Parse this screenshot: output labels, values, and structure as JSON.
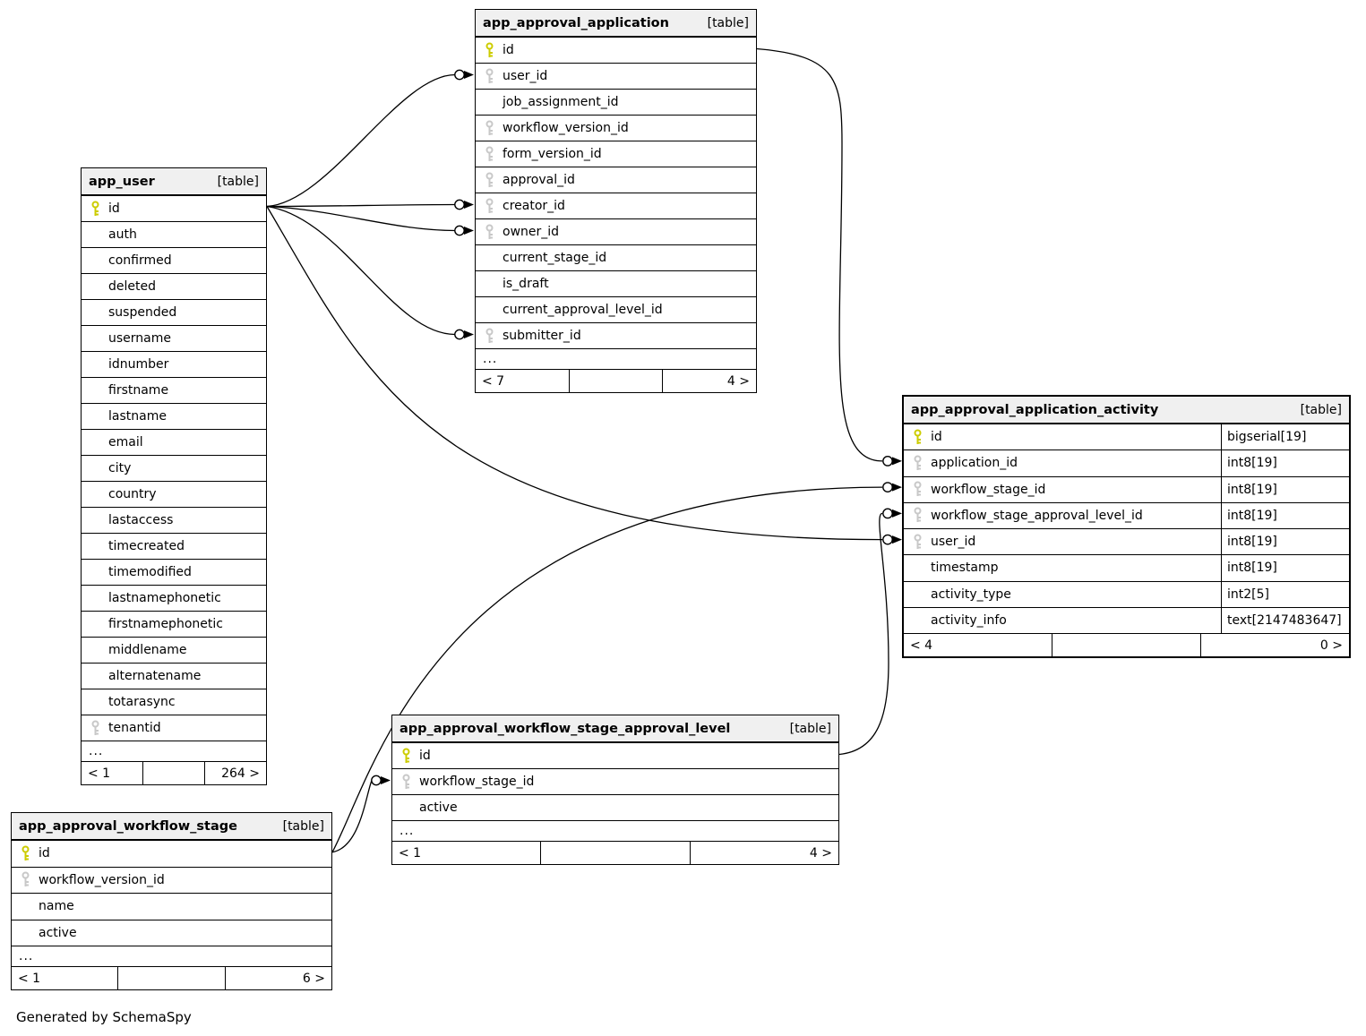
{
  "generated_by": "Generated by SchemaSpy",
  "colors": {
    "header_bg": "#f0f0f0",
    "row_bg": "#ffffff",
    "border": "#000000",
    "pk_key": "#cccc00",
    "fk_key": "#c8c8c8"
  },
  "tables": [
    {
      "name": "app_user",
      "badge": "[table]",
      "columns": [
        {
          "name": "id",
          "key": "pk"
        },
        {
          "name": "auth"
        },
        {
          "name": "confirmed"
        },
        {
          "name": "deleted"
        },
        {
          "name": "suspended"
        },
        {
          "name": "username"
        },
        {
          "name": "idnumber"
        },
        {
          "name": "firstname"
        },
        {
          "name": "lastname"
        },
        {
          "name": "email"
        },
        {
          "name": "city"
        },
        {
          "name": "country"
        },
        {
          "name": "lastaccess"
        },
        {
          "name": "timecreated"
        },
        {
          "name": "timemodified"
        },
        {
          "name": "lastnamephonetic"
        },
        {
          "name": "firstnamephonetic"
        },
        {
          "name": "middlename"
        },
        {
          "name": "alternatename"
        },
        {
          "name": "totarasync"
        },
        {
          "name": "tenantid",
          "key": "fk"
        }
      ],
      "ellipsis": "...",
      "footer": {
        "left": "< 1",
        "middle": "",
        "right": "264 >"
      }
    },
    {
      "name": "app_approval_application",
      "badge": "[table]",
      "columns": [
        {
          "name": "id",
          "key": "pk"
        },
        {
          "name": "user_id",
          "key": "fk"
        },
        {
          "name": "job_assignment_id"
        },
        {
          "name": "workflow_version_id",
          "key": "fk"
        },
        {
          "name": "form_version_id",
          "key": "fk"
        },
        {
          "name": "approval_id",
          "key": "fk"
        },
        {
          "name": "creator_id",
          "key": "fk"
        },
        {
          "name": "owner_id",
          "key": "fk"
        },
        {
          "name": "current_stage_id"
        },
        {
          "name": "is_draft"
        },
        {
          "name": "current_approval_level_id"
        },
        {
          "name": "submitter_id",
          "key": "fk"
        }
      ],
      "ellipsis": "...",
      "footer": {
        "left": "< 7",
        "middle": "",
        "right": "4 >"
      }
    },
    {
      "name": "app_approval_application_activity",
      "badge": "[table]",
      "columns": [
        {
          "name": "id",
          "key": "pk",
          "type": "bigserial[19]"
        },
        {
          "name": "application_id",
          "key": "fk",
          "type": "int8[19]"
        },
        {
          "name": "workflow_stage_id",
          "key": "fk",
          "type": "int8[19]"
        },
        {
          "name": "workflow_stage_approval_level_id",
          "key": "fk",
          "type": "int8[19]"
        },
        {
          "name": "user_id",
          "key": "fk",
          "type": "int8[19]"
        },
        {
          "name": "timestamp",
          "type": "int8[19]"
        },
        {
          "name": "activity_type",
          "type": "int2[5]"
        },
        {
          "name": "activity_info",
          "type": "text[2147483647]"
        }
      ],
      "footer": {
        "left": "< 4",
        "middle": "",
        "right": "0 >"
      }
    },
    {
      "name": "app_approval_workflow_stage_approval_level",
      "badge": "[table]",
      "columns": [
        {
          "name": "id",
          "key": "pk"
        },
        {
          "name": "workflow_stage_id",
          "key": "fk"
        },
        {
          "name": "active"
        }
      ],
      "ellipsis": "...",
      "footer": {
        "left": "< 1",
        "middle": "",
        "right": "4 >"
      }
    },
    {
      "name": "app_approval_workflow_stage",
      "badge": "[table]",
      "columns": [
        {
          "name": "id",
          "key": "pk"
        },
        {
          "name": "workflow_version_id",
          "key": "fk"
        },
        {
          "name": "name"
        },
        {
          "name": "active"
        }
      ],
      "ellipsis": "...",
      "footer": {
        "left": "< 1",
        "middle": "",
        "right": "6 >"
      }
    }
  ],
  "relationships": [
    {
      "from": "app_approval_application.user_id",
      "to": "app_user.id"
    },
    {
      "from": "app_approval_application.creator_id",
      "to": "app_user.id"
    },
    {
      "from": "app_approval_application.owner_id",
      "to": "app_user.id"
    },
    {
      "from": "app_approval_application.submitter_id",
      "to": "app_user.id"
    },
    {
      "from": "app_approval_application_activity.application_id",
      "to": "app_approval_application.id"
    },
    {
      "from": "app_approval_application_activity.workflow_stage_id",
      "to": "app_approval_workflow_stage.id"
    },
    {
      "from": "app_approval_application_activity.workflow_stage_approval_level_id",
      "to": "app_approval_workflow_stage_approval_level.id"
    },
    {
      "from": "app_approval_application_activity.user_id",
      "to": "app_user.id"
    },
    {
      "from": "app_approval_workflow_stage_approval_level.workflow_stage_id",
      "to": "app_approval_workflow_stage.id"
    }
  ]
}
